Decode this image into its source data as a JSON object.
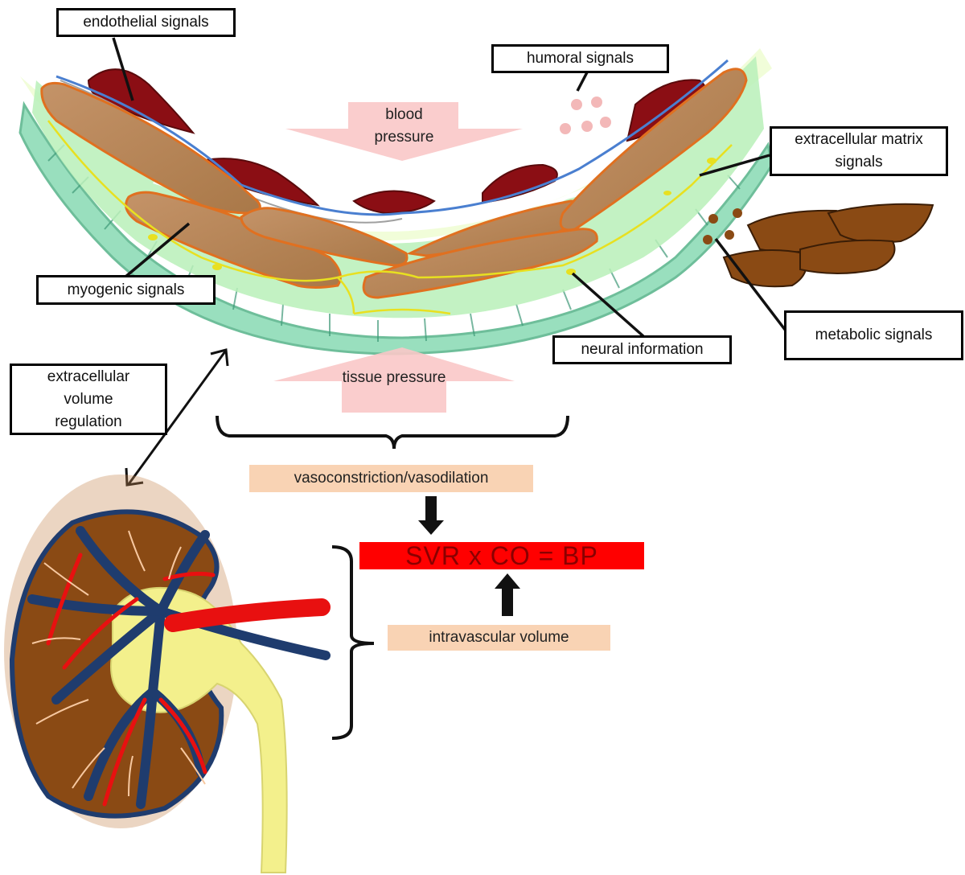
{
  "labels": {
    "endothelial": "endothelial signals",
    "humoral": "humoral signals",
    "extracellular_matrix": "extracellular matrix signals",
    "myogenic": "myogenic signals",
    "metabolic": "metabolic signals",
    "neural": "neural information",
    "volume_regulation": "extracellular volume regulation"
  },
  "arrows": {
    "blood_pressure": "blood pressure",
    "tissue_pressure": "tissue pressure"
  },
  "outcomes": {
    "vaso": "vasoconstriction/vasodilation",
    "intravascular": "intravascular volume"
  },
  "equation": "SVR x  CO = BP",
  "colors": {
    "muscle": "#b5835a",
    "muscle_outline": "#e07020",
    "endothelium": "#8b0e14",
    "adventitia": "#8fdcb8",
    "nerve": "#e8e020",
    "equation_bg": "#ff0000",
    "peach": "#f9d3b4",
    "kidney_cortex": "#8a4a14",
    "vein": "#1f3c6e",
    "artery": "#e81010",
    "urine": "#f3f08c"
  }
}
